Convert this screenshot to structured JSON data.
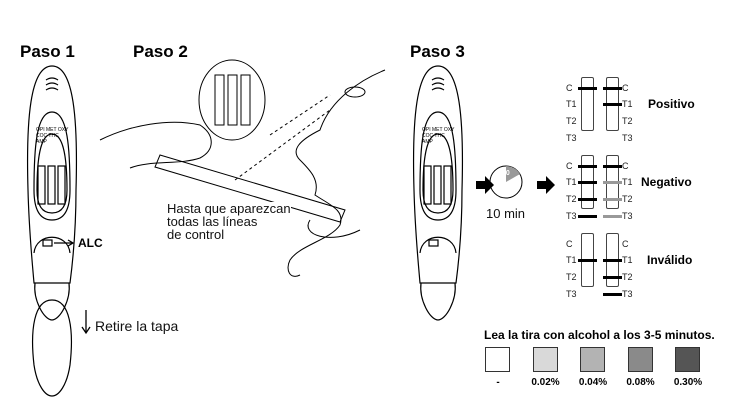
{
  "steps": {
    "step1": "Paso 1",
    "step2": "Paso 2",
    "step3": "Paso 3"
  },
  "device": {
    "labels_row1": "OPI MET OXY",
    "labels_row2": "COC THC",
    "labels_row3": "AMP",
    "alc": "ALC"
  },
  "cap_instruction": "Retire la tapa",
  "step2_text": [
    "Hasta que aparezcan",
    "todas las líneas",
    "de control"
  ],
  "timer": {
    "value": "10",
    "label": "10 min"
  },
  "strip_lines": [
    "C",
    "T1",
    "T2",
    "T3"
  ],
  "results": [
    {
      "label": "Positivo",
      "left": [
        "black",
        "none",
        "none",
        "none"
      ],
      "right": [
        "black",
        "black",
        "none",
        "none"
      ]
    },
    {
      "label": "Negativo",
      "left": [
        "black",
        "black",
        "black",
        "black"
      ],
      "right": [
        "black",
        "gray",
        "gray",
        "gray"
      ]
    },
    {
      "label": "Inválido",
      "left": [
        "none",
        "black",
        "none",
        "none"
      ],
      "right": [
        "none",
        "black",
        "black",
        "black"
      ]
    }
  ],
  "alcohol": {
    "title": "Lea la tira con alcohol a los 3-5 minutos.",
    "scale": [
      {
        "label": "-",
        "color": "#ffffff"
      },
      {
        "label": "0.02%",
        "color": "#d9d9d9"
      },
      {
        "label": "0.04%",
        "color": "#b3b3b3"
      },
      {
        "label": "0.08%",
        "color": "#8a8a8a"
      },
      {
        "label": "0.30%",
        "color": "#555555"
      }
    ]
  }
}
